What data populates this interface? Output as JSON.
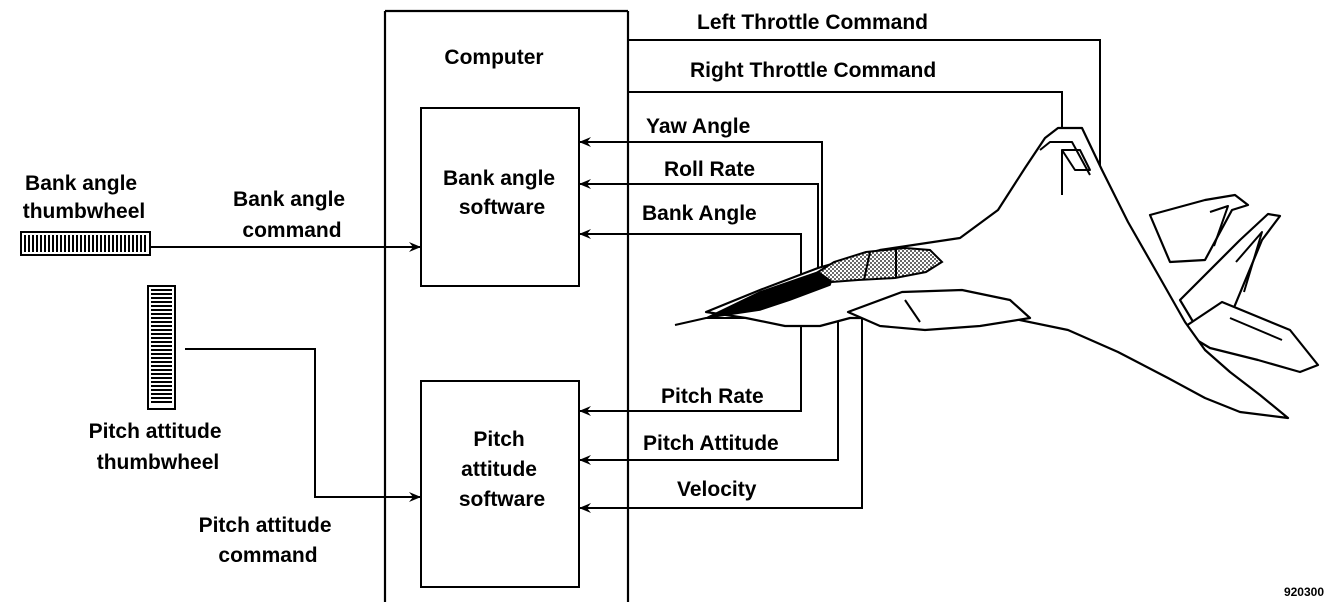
{
  "computer_label": "Computer",
  "bank_software": [
    "Bank angle",
    "software"
  ],
  "pitch_software": [
    "Pitch",
    "attitude",
    "software"
  ],
  "outputs": {
    "left_throttle": "Left Throttle Command",
    "right_throttle": "Right Throttle Command"
  },
  "bank_inputs": {
    "yaw_angle": "Yaw Angle",
    "roll_rate": "Roll Rate",
    "bank_angle": "Bank Angle"
  },
  "pitch_inputs": {
    "pitch_rate": "Pitch Rate",
    "pitch_attitude": "Pitch Attitude",
    "velocity": "Velocity"
  },
  "bank_thumbwheel": [
    "Bank angle",
    "thumbwheel"
  ],
  "bank_command": [
    "Bank angle",
    "command"
  ],
  "pitch_thumbwheel": [
    "Pitch attitude",
    "thumbwheel"
  ],
  "pitch_command": [
    "Pitch attitude",
    "command"
  ],
  "figure_number": "920300",
  "icons": {
    "aircraft": "f15-aircraft-icon",
    "bank_thumbwheel": "horizontal-thumbwheel-icon",
    "pitch_thumbwheel": "vertical-thumbwheel-icon"
  }
}
